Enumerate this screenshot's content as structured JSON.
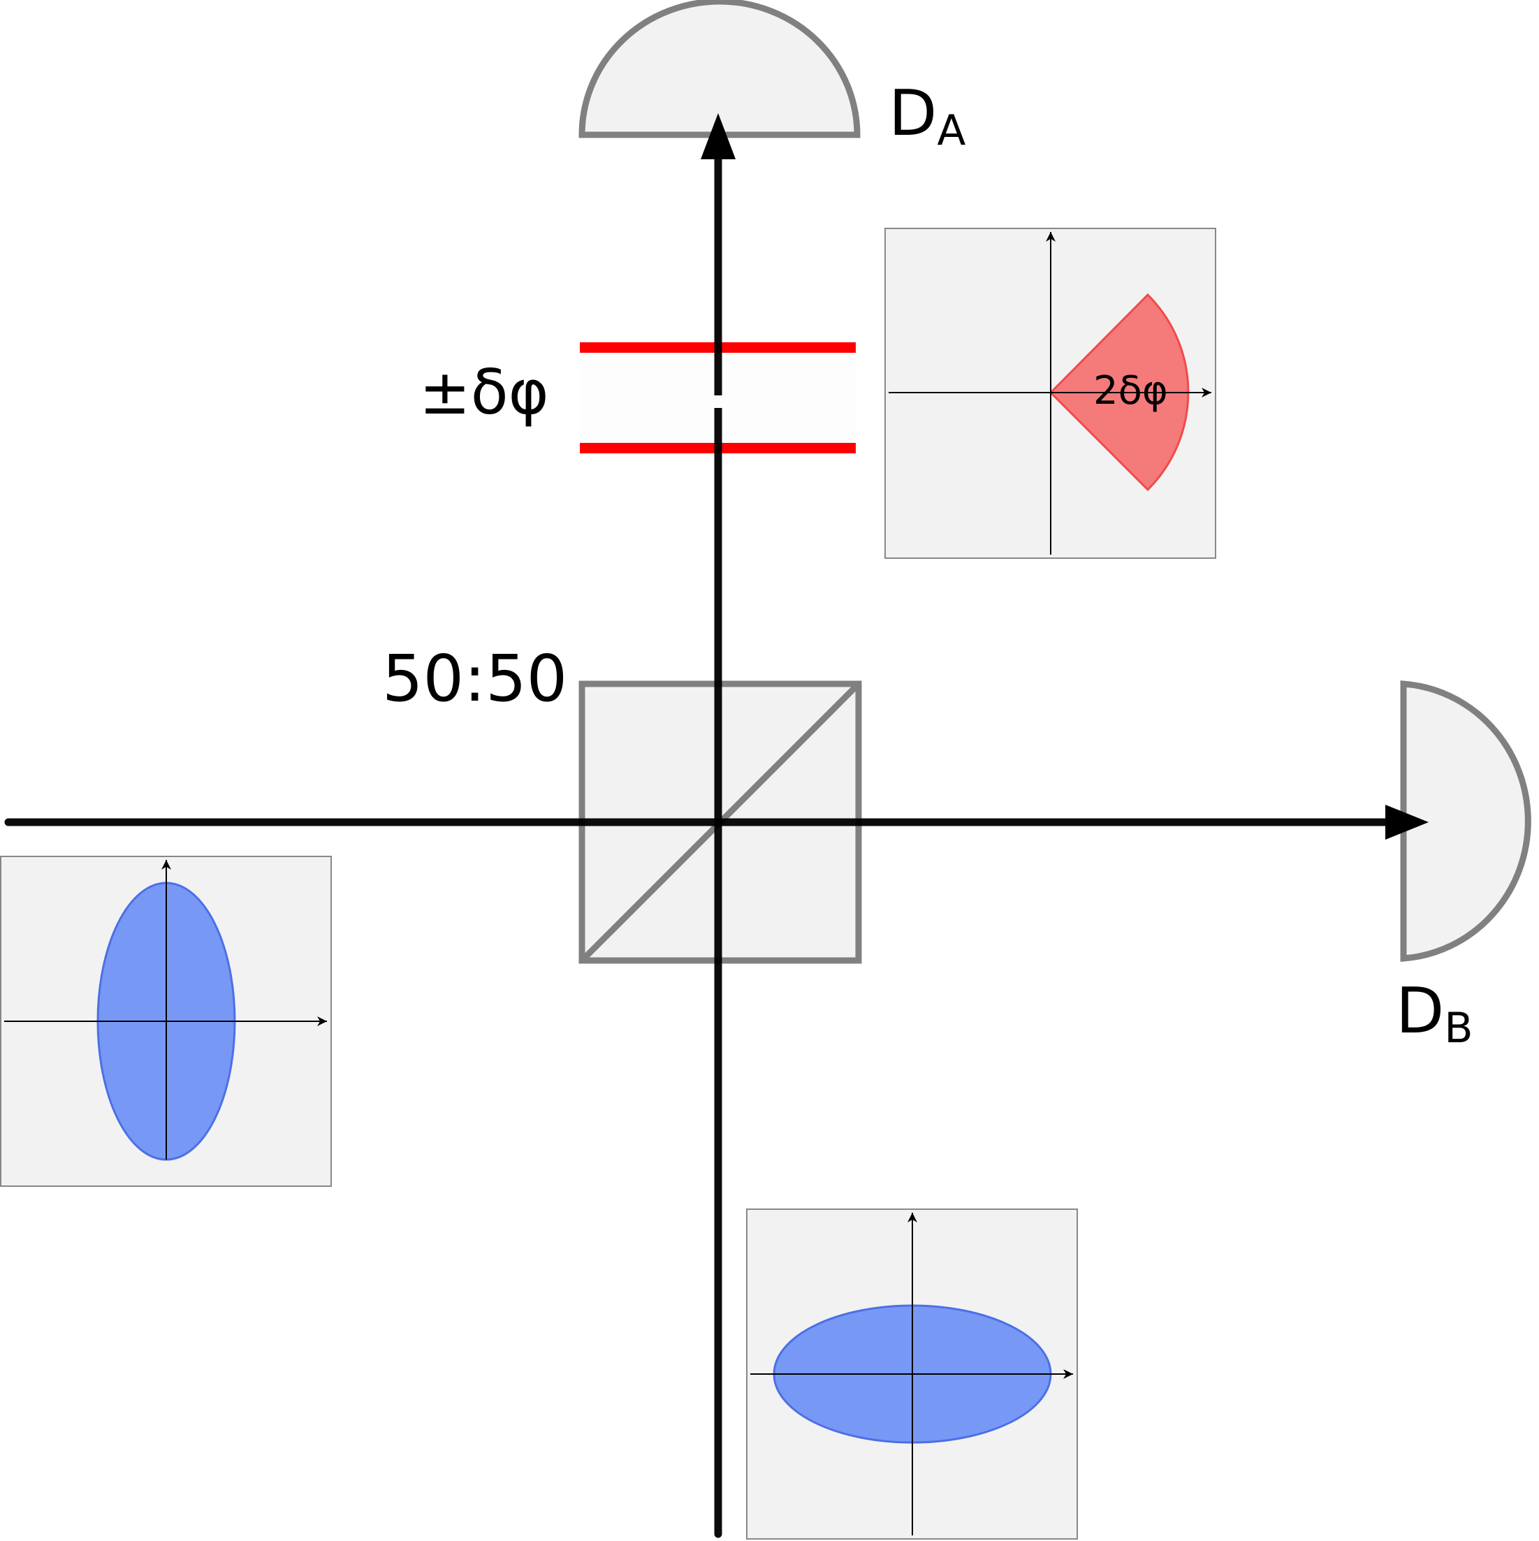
{
  "labels": {
    "detector_a_main": "D",
    "detector_a_sub": "A",
    "detector_b_main": "D",
    "detector_b_sub": "B",
    "phase_shift": "±δφ",
    "beam_splitter": "50:50",
    "phase_wedge": "2δφ"
  },
  "colors": {
    "beam": "#000000",
    "component_fill": "#f2f2f2",
    "component_stroke": "#808080",
    "phase_plate": "#ff0000",
    "ellipse_fill": "#7799f5",
    "ellipse_stroke": "#4d6fe6",
    "wedge_fill": "#f57a7a",
    "wedge_stroke": "#f24a4a",
    "inset_stroke": "#888888"
  }
}
